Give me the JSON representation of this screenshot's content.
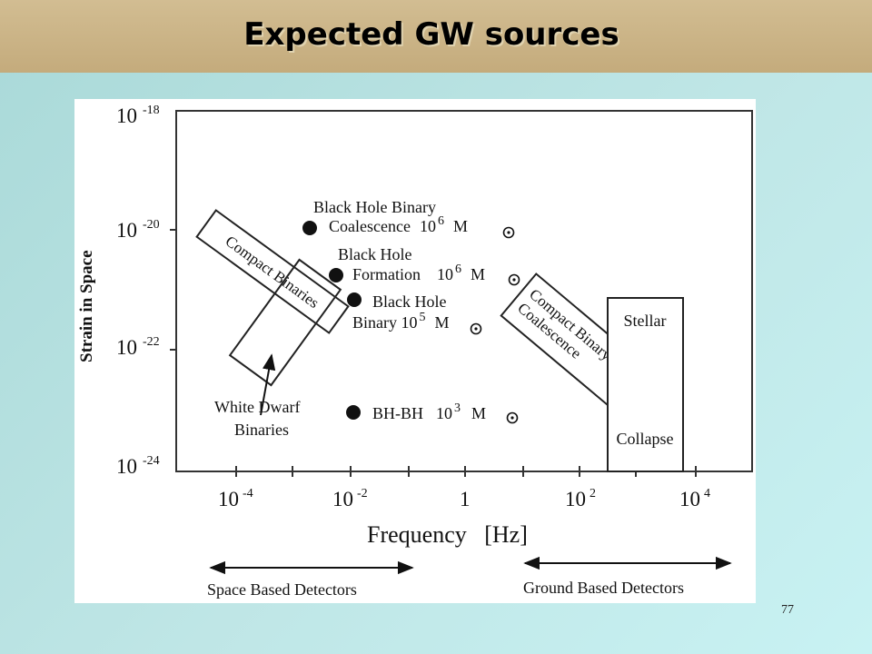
{
  "slide": {
    "title": "Expected GW sources",
    "page_number": "77"
  },
  "figure": {
    "axes": {
      "ylabel": "Strain in Space",
      "xlabel": "Frequency   [Hz]",
      "y_ticks": [
        {
          "base": "10",
          "exp": "-18"
        },
        {
          "base": "10",
          "exp": "-20"
        },
        {
          "base": "10",
          "exp": "-22"
        },
        {
          "base": "10",
          "exp": "-24"
        }
      ],
      "x_ticks": [
        {
          "base": "10",
          "exp": "-4"
        },
        {
          "base": "10",
          "exp": "-2"
        },
        {
          "base": "1",
          "exp": ""
        },
        {
          "base": "10",
          "exp": "2"
        },
        {
          "base": "10",
          "exp": "4"
        }
      ]
    },
    "sources": {
      "bhb_coalescence": {
        "line1": "Black Hole Binary",
        "line2": "Coalescence",
        "mass_base": "10",
        "mass_exp": "6",
        "unit": "M"
      },
      "bh_formation": {
        "line1": "Black Hole",
        "line2": "Formation",
        "mass_base": "10",
        "mass_exp": "6",
        "unit": "M"
      },
      "bh_binary": {
        "line1": "Black Hole",
        "line2": "Binary 10",
        "mass_exp": "5",
        "unit": "M"
      },
      "bh_bh": {
        "line1": "BH-BH",
        "mass_base": "10",
        "mass_exp": "3",
        "unit": "M"
      }
    },
    "regions": {
      "compact_binaries": "Compact Binaries",
      "white_dwarf_line1": "White Dwarf",
      "white_dwarf_line2": "Binaries",
      "cbc_line1": "Compact Binary",
      "cbc_line2": "Coalescence",
      "stellar_top": "Stellar",
      "stellar_bottom": "Collapse"
    },
    "detectors": {
      "space": "Space Based Detectors",
      "ground": "Ground Based Detectors"
    }
  }
}
